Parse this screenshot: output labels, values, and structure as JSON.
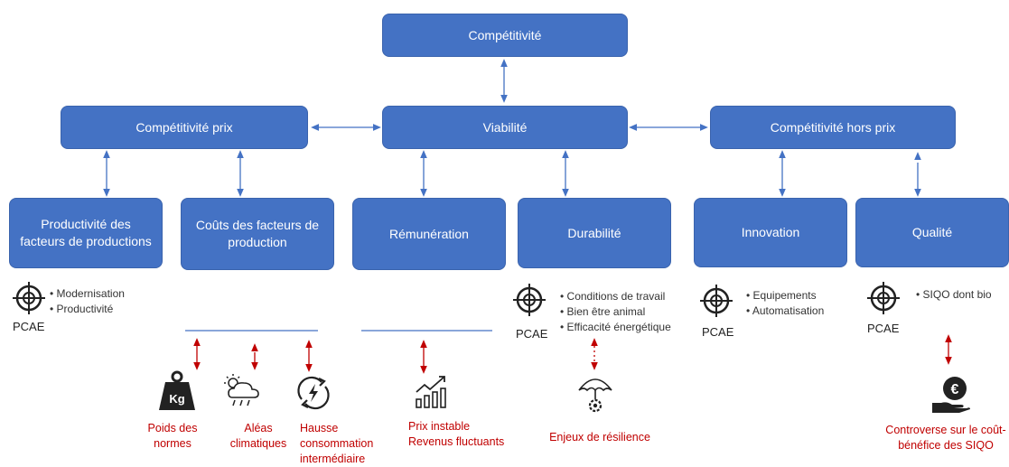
{
  "nodes": {
    "competitivite": "Compétitivité",
    "competitivite_prix": "Compétitivité prix",
    "viabilite": "Viabilité",
    "competitivite_hors_prix": "Compétitivité hors prix",
    "productivite": "Productivité des facteurs de productions",
    "couts": "Coûts des facteurs de production",
    "remuneration": "Rémunération",
    "durabilite": "Durabilité",
    "innovation": "Innovation",
    "qualite": "Qualité"
  },
  "pcae_label": "PCAE",
  "pcae_groups": {
    "productivite": [
      "Modernisation",
      "Productivité"
    ],
    "durabilite": [
      "Conditions de travail",
      "Bien être animal",
      "Efficacité énergétique"
    ],
    "innovation": [
      "Equipements",
      "Automatisation"
    ],
    "qualite": [
      "SIQO dont bio"
    ]
  },
  "risks": {
    "poids_normes": "Poids des normes",
    "aleas": "Aléas climatiques",
    "hausse": "Hausse consommation intermédiaire",
    "prix": "Prix instable Revenus fluctuants",
    "enjeux": "Enjeux de résilience",
    "controverse": "Controverse sur le coût-bénéfice des SIQO"
  },
  "icons": {
    "weight": "kg-weight-icon",
    "weather": "cloud-rain-sun-icon",
    "energy": "energy-cycle-icon",
    "price": "price-chart-icon",
    "resilience": "umbrella-gear-icon",
    "cost": "euro-hand-icon"
  },
  "weight_text": "Kg",
  "colors": {
    "box": "#4472c4",
    "arrow": "#4472c4",
    "risk": "#c00000"
  }
}
